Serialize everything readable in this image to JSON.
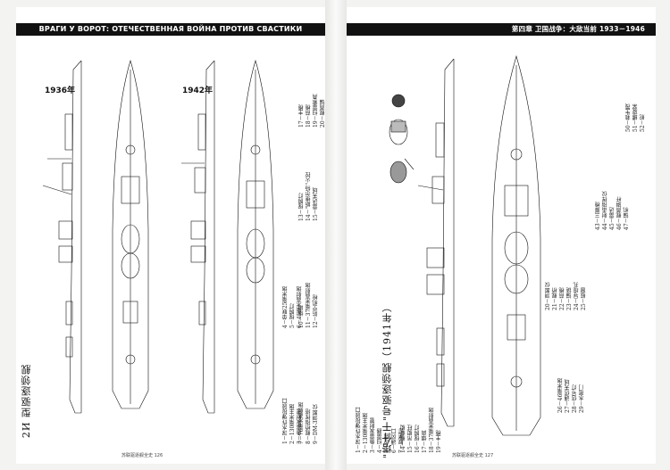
{
  "left_page": {
    "header": "ВРАГИ У ВОРОТ: ОТЕЧЕСТВЕННАЯ ВОЙНА ПРОТИВ СВАСТИКИ",
    "year_top": "1936年",
    "year_mid": "1942年",
    "title_vertical": "2И 型驱逐领舰",
    "legend_a": "1－深水炸弹投放口\n2－130毫米主炮\n3－鱼雷发射管",
    "legend_b": "4－单联25毫米炮\n5－探照灯\n6－45毫米高射炮",
    "legend_c": "7－76毫米高射炮\n8－舰桥指挥塔\n9－DM-3测距仪",
    "legend_d": "10－烟囱\n11－37毫米高射炮\n12－防空机枪",
    "legend_e": "13－探照灯\n14－\"斯维尔特\"火控\n15－雷达天线",
    "legend_f": "17－主桅\n18－前桅\n19－扫雷索具\n20－舰首锚",
    "footer": "苏联驱逐舰全史 126"
  },
  "right_page": {
    "header": "第四章 卫国战争：大敌当前 1933－1946",
    "title_vertical": "\"塔什干\"号驱逐领舰（1941年）",
    "legend_a": "1－深水炸弹投放口\n2－130毫米主炮\n3－鱼雷发射管\n4－扫雷器\n5－绞盘\n6－通风口\n7－舰尾灯",
    "legend_b": "14－舰载艇\n15－吊艇柱\n16－探照灯\n17－烟囱\n18－37毫米高射炮\n19－主桅",
    "legend_c": "20－测距仪\n21－舰桥\n22－前桅\n23－锚链\n24－导缆孔\n25－舷窗",
    "legend_d": "26－46毫米炮\n27－通信天线\n28－信号灯\n29－水密门",
    "legend_e": "43－三脚桅\n44－射击指挥仪\n45－雷达\n46－舰首旗杆\n47－锚机",
    "legend_f": "50－救生筏\n51－螺旋桨\n52－舵",
    "footer": "苏联驱逐舰全史 127"
  }
}
